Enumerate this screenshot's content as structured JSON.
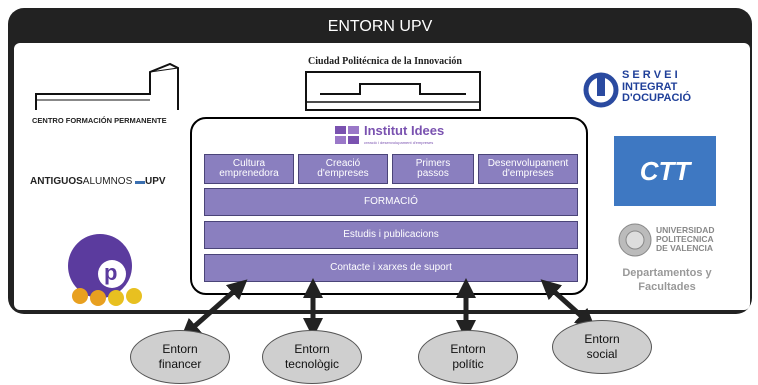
{
  "title": "ENTORN UPV",
  "logos": {
    "centro": "CENTRO FORMACIÓN PERMANENTE",
    "ciudad": "Ciudad Politécnica de la Innovación",
    "antiguos_a": "ANTIGUOS",
    "antiguos_b": "ALUMNOS",
    "antiguos_c": "UPV",
    "servei_a": "S E R V E I",
    "servei_b": "INTEGRAT",
    "servei_c": "D'OCUPACIÓ",
    "ctt": "CTT",
    "univ_a": "UNIVERSIDAD",
    "univ_b": "POLITECNICA",
    "univ_c": "DE VALENCIA",
    "deps_a": "Departamentos y",
    "deps_b": "Facultades",
    "institut_a": "Institut",
    "institut_b": "Idees",
    "institut_sub": "creació i desenvolupament d'empreses"
  },
  "areas": [
    {
      "line1": "Cultura",
      "line2": "emprenedora"
    },
    {
      "line1": "Creació",
      "line2": "d'empreses"
    },
    {
      "line1": "Primers",
      "line2": "passos"
    },
    {
      "line1": "Desenvolupament",
      "line2": "d'empreses"
    }
  ],
  "rows": [
    "FORMACIÓ",
    "Estudis i publicacions",
    "Contacte i xarxes de suport"
  ],
  "environments": [
    {
      "line1": "Entorn",
      "line2": "financer"
    },
    {
      "line1": "Entorn",
      "line2": "tecnològic"
    },
    {
      "line1": "Entorn",
      "line2": "polític"
    },
    {
      "line1": "Entorn",
      "line2": "social"
    }
  ],
  "colors": {
    "frame": "#222222",
    "box_fill": "#8a7fbf",
    "ellipse_fill": "#cfcfcf",
    "accent": "#7a52b0"
  }
}
